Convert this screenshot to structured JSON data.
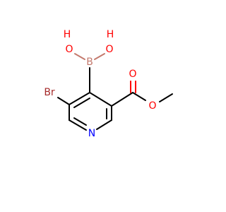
{
  "molecule": {
    "atoms": {
      "b_label": "B",
      "oh_left_o": "O",
      "oh_left_h": "H",
      "oh_right_o": "O",
      "oh_right_h": "H",
      "br_label": "Br",
      "n_label": "N",
      "carbonyl_o": "O",
      "ester_o": "O"
    },
    "colors": {
      "bond": "#000000",
      "boron": "#C47A6E",
      "oxygen": "#FF0000",
      "bromine": "#A52A2A",
      "nitrogen": "#0000FF"
    }
  }
}
